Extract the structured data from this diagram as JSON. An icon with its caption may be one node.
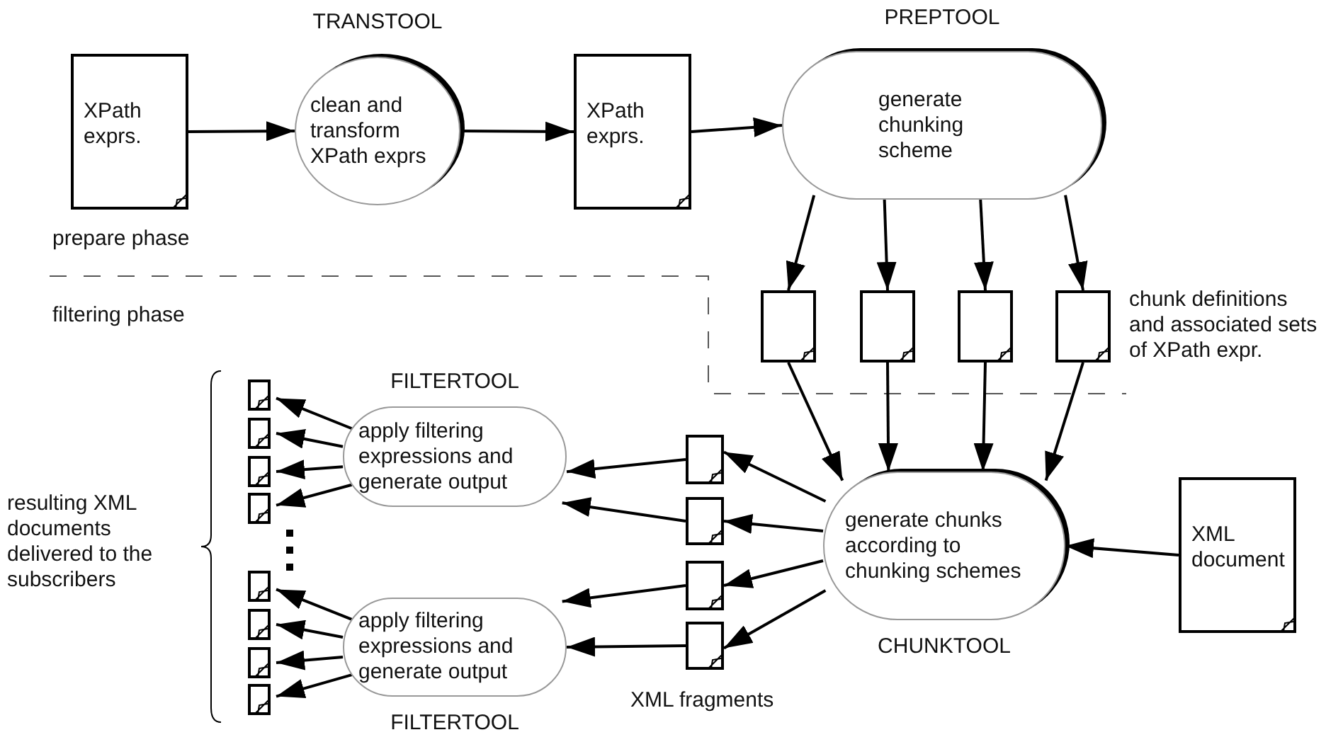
{
  "diagram": {
    "nodes": [
      {
        "text": [
          "XPath exprs."
        ]
      },
      {
        "text": [
          "clean and transform XPath exprs"
        ],
        "beside": [
          "TRANSTOOL"
        ]
      },
      {
        "text": [
          "XPath exprs."
        ]
      },
      {
        "text": [
          "generate chunking scheme"
        ],
        "beside": [
          "PREPTOOL"
        ]
      },
      {
        "text": [],
        "shape": "box"
      },
      {
        "text": [],
        "shape": "box"
      },
      {
        "text": [],
        "shape": "box"
      },
      {
        "text": [],
        "shape": "box"
      },
      {
        "text": [],
        "shape": "box"
      },
      {
        "text": [],
        "shape": "box"
      },
      {
        "text": [],
        "shape": "box"
      },
      {
        "text": [],
        "shape": "box"
      },
      {
        "text": [
          "generate chunks according to chunking schemes"
        ],
        "beside": [
          "CHUNKTOOL"
        ]
      },
      {
        "text": [
          "XML document"
        ]
      },
      {
        "text": [
          "apply filtering expressions and generate output"
        ],
        "beside": [
          "FILTERTOOL"
        ]
      },
      {
        "text": [
          "apply filtering expressions and generate output"
        ],
        "beside": [
          "FILTERTOOL"
        ]
      },
      {
        "text": [],
        "shape": "box"
      },
      {
        "text": [],
        "shape": "box"
      },
      {
        "text": [],
        "shape": "box"
      },
      {
        "text": [],
        "shape": "box"
      },
      {
        "text": [],
        "shape": "box"
      },
      {
        "text": [],
        "shape": "box"
      },
      {
        "text": [],
        "shape": "box"
      },
      {
        "text": [],
        "shape": "box"
      }
    ],
    "edges": [
      {
        "from": 0,
        "to": 1,
        "arrow": "to"
      },
      {
        "from": 1,
        "to": 2,
        "arrow": "to"
      },
      {
        "from": 2,
        "to": 3,
        "arrow": "to"
      },
      {
        "from": 3,
        "to": 4,
        "arrow": "to"
      },
      {
        "from": 3,
        "to": 5,
        "arrow": "to"
      },
      {
        "from": 3,
        "to": 6,
        "arrow": "to"
      },
      {
        "from": 3,
        "to": 7,
        "arrow": "to"
      },
      {
        "from": 4,
        "to": 12,
        "arrow": "to"
      },
      {
        "from": 5,
        "to": 12,
        "arrow": "to"
      },
      {
        "from": 6,
        "to": 12,
        "arrow": "to"
      },
      {
        "from": 7,
        "to": 12,
        "arrow": "to"
      },
      {
        "from": 12,
        "to": 8,
        "arrow": "to"
      },
      {
        "from": 12,
        "to": 9,
        "arrow": "to"
      },
      {
        "from": 12,
        "to": 10,
        "arrow": "to"
      },
      {
        "from": 12,
        "to": 11,
        "arrow": "to"
      },
      {
        "from": 13,
        "to": 12,
        "arrow": "to"
      },
      {
        "from": 8,
        "to": 14,
        "arrow": "to"
      },
      {
        "from": 9,
        "to": 14,
        "arrow": "to"
      },
      {
        "from": 10,
        "to": 15,
        "arrow": "to"
      },
      {
        "from": 11,
        "to": 15,
        "arrow": "to"
      },
      {
        "from": 14,
        "to": 16,
        "arrow": "to"
      },
      {
        "from": 14,
        "to": 17,
        "arrow": "to"
      },
      {
        "from": 14,
        "to": 18,
        "arrow": "to"
      },
      {
        "from": 14,
        "to": 19,
        "arrow": "to"
      },
      {
        "from": 15,
        "to": 20,
        "arrow": "to"
      },
      {
        "from": 15,
        "to": 21,
        "arrow": "to"
      },
      {
        "from": 15,
        "to": 22,
        "arrow": "to"
      },
      {
        "from": 15,
        "to": 23,
        "arrow": "to"
      }
    ],
    "labels": [
      "prepare phase",
      "filtering phase",
      "chunk definitions and associated sets of XPath expr.",
      "resulting XML documents delivered to the subscribers",
      "XML fragments"
    ]
  }
}
